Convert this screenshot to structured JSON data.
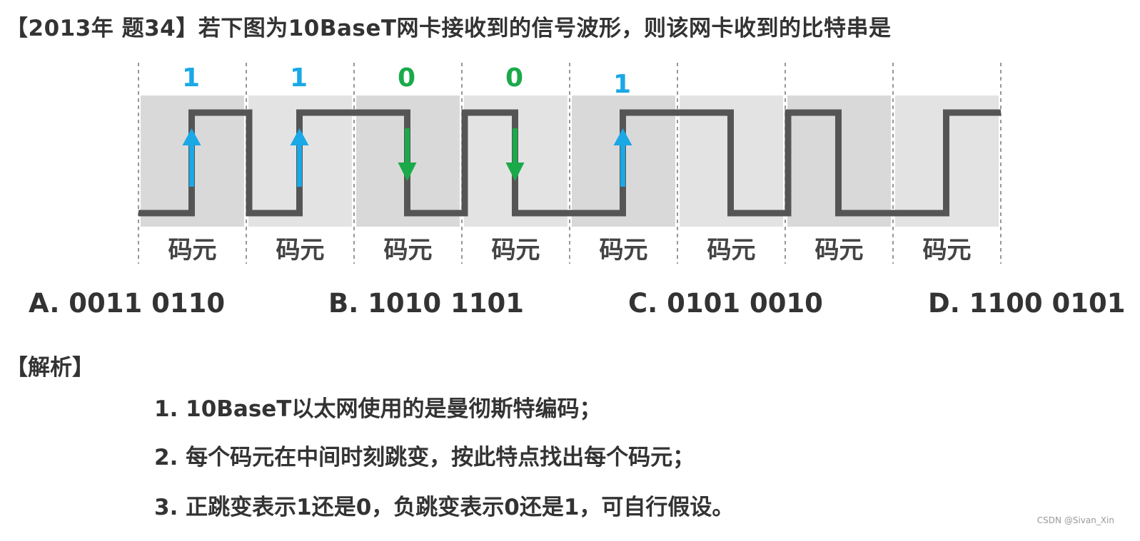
{
  "question": {
    "title": "【2013年 题34】若下图为10BaseT网卡接收到的信号波形，则该网卡收到的比特串是"
  },
  "diagram": {
    "bit_labels": [
      {
        "cell": 0,
        "text": "1",
        "color": "#1aa8e6"
      },
      {
        "cell": 1,
        "text": "1",
        "color": "#1aa8e6"
      },
      {
        "cell": 2,
        "text": "0",
        "color": "#1aaa4a"
      },
      {
        "cell": 3,
        "text": "0",
        "color": "#1aaa4a"
      },
      {
        "cell": 4,
        "text": "1",
        "color": "#1aa8e6"
      }
    ],
    "cell_labels": [
      "码元",
      "码元",
      "码元",
      "码元",
      "码元",
      "码元",
      "码元",
      "码元"
    ],
    "transition_arrows": [
      {
        "cell": 0,
        "direction": "up",
        "color": "#1aa8e6"
      },
      {
        "cell": 1,
        "direction": "up",
        "color": "#1aa8e6"
      },
      {
        "cell": 2,
        "direction": "down",
        "color": "#1aaa4a"
      },
      {
        "cell": 3,
        "direction": "down",
        "color": "#1aaa4a"
      },
      {
        "cell": 4,
        "direction": "up",
        "color": "#1aa8e6"
      }
    ],
    "colors": {
      "signal": "#555555",
      "cell_bg": "#d9d9d9",
      "divider": "#777777"
    }
  },
  "options": [
    {
      "id": "A",
      "text": "A. 0011 0110"
    },
    {
      "id": "B",
      "text": "B. 1010 1101"
    },
    {
      "id": "C",
      "text": "C. 0101 0010"
    },
    {
      "id": "D",
      "text": "D. 1100 0101"
    }
  ],
  "analysis": {
    "heading": "【解析】",
    "items": [
      "1. 10BaseT以太网使用的是曼彻斯特编码；",
      "2. 每个码元在中间时刻跳变，按此特点找出每个码元；",
      "3. 正跳变表示1还是0，负跳变表示0还是1，可自行假设。"
    ]
  },
  "footer": {
    "credit": "CSDN @Sivan_Xin"
  }
}
